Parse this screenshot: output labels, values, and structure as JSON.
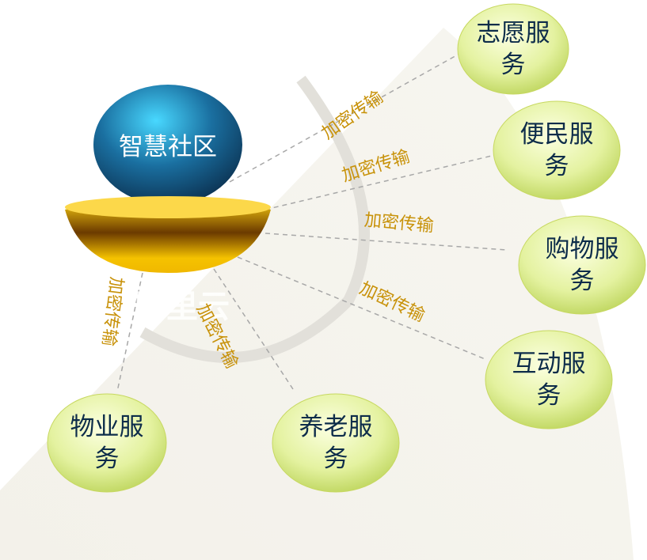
{
  "hub": {
    "label": "智慧社区"
  },
  "watermark": "阿里云",
  "link_label": "加密传输",
  "nodes": [
    {
      "label": "志愿服务"
    },
    {
      "label": "便民服务"
    },
    {
      "label": "购物服务"
    },
    {
      "label": "互动服务"
    },
    {
      "label": "养老服务"
    },
    {
      "label": "物业服务"
    }
  ],
  "colors": {
    "node_fill": "#e4f2a0",
    "label": "#c8920a",
    "globe": "#1a6fa0",
    "bowl": "#f5c200",
    "node_text": "#0d2c4a"
  }
}
